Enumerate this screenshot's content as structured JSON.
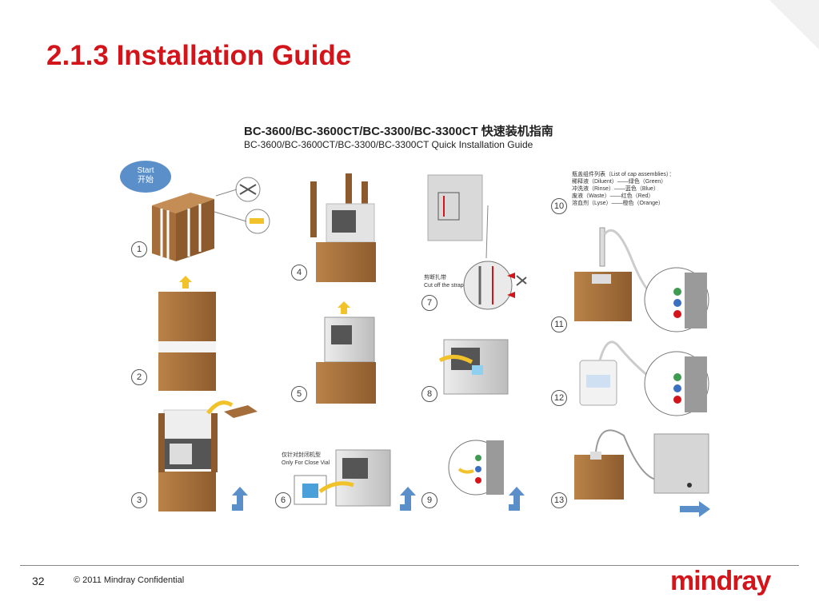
{
  "slide": {
    "title": "2.1.3 Installation Guide",
    "page_number": "32",
    "copyright": "© 2011 Mindray Confidential",
    "logo_text": "mindray"
  },
  "guide": {
    "title_cn": "BC-3600/BC-3600CT/BC-3300/BC-3300CT 快速装机指南",
    "title_en": "BC-3600/BC-3600CT/BC-3300/BC-3300CT Quick Installation Guide",
    "start_label_en": "Start",
    "start_label_cn": "开始",
    "steps": [
      "1",
      "2",
      "3",
      "4",
      "5",
      "6",
      "7",
      "8",
      "9",
      "10",
      "11",
      "12",
      "13"
    ],
    "cut_strap_cn": "剪断扎带",
    "cut_strap_en": "Cut off the strap",
    "close_vial_cn": "仅针对封闭机型",
    "close_vial_en": "Only For Close Vial",
    "cap_list": {
      "title": "瓶盖组件列表（List of cap assemblies）：",
      "rows": [
        "稀释液（Diluent）——绿色（Green）",
        "冲洗液（Rinse）——蓝色（Blue）",
        "废液（Waste）——红色（Red）",
        "溶血剂（Lyse）——橙色（Orange）"
      ]
    }
  },
  "colors": {
    "title_red": "#d4141b",
    "box_brown": "#a9733f",
    "arrow_blue": "#5b8fc9",
    "arrow_yellow": "#f2c22b"
  }
}
